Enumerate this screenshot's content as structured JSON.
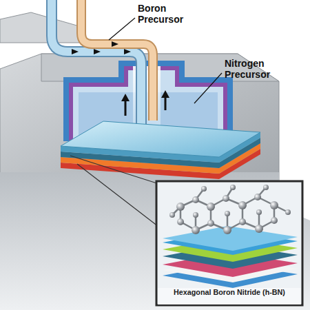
{
  "diagram": {
    "labels": [
      "Boron Precursor",
      "Nitrogen Precursor",
      "Hexagonal Boron Nitride (h-BN)"
    ]
  }
}
